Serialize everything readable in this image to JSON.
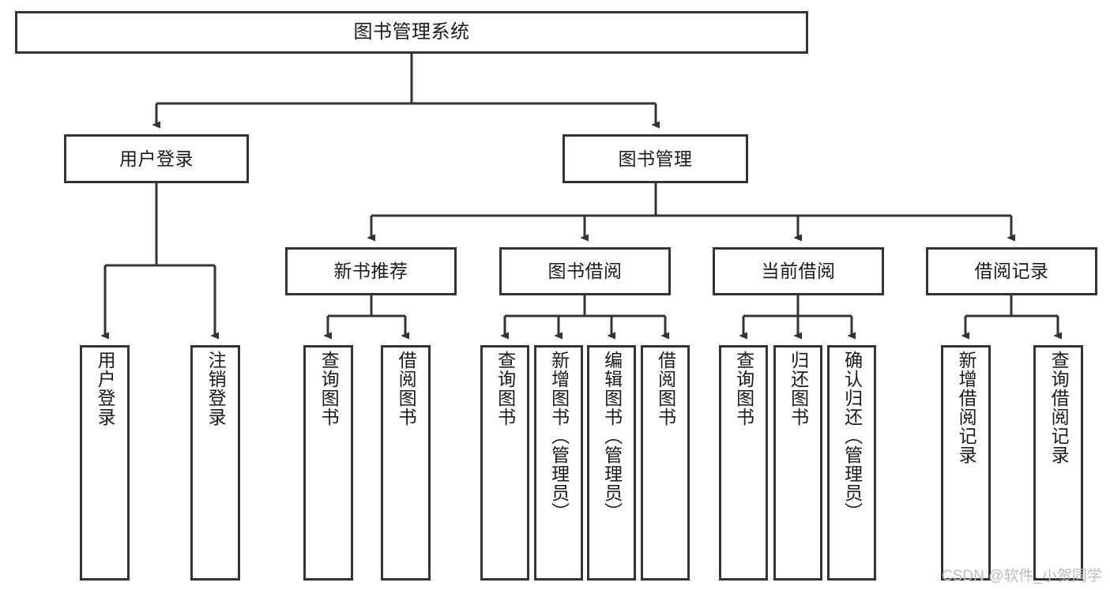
{
  "diagram": {
    "type": "tree",
    "title": "图书管理系统",
    "orientation": "top-down",
    "colors": {
      "border": "#333333",
      "background": "#ffffff",
      "text": "#1a1a1a",
      "watermark": "#b9bcc2"
    },
    "levels": {
      "root": {
        "label": "图书管理系统"
      },
      "level2": [
        {
          "label": "用户登录"
        },
        {
          "label": "图书管理"
        }
      ],
      "level3": [
        {
          "label": "新书推荐"
        },
        {
          "label": "图书借阅"
        },
        {
          "label": "当前借阅"
        },
        {
          "label": "借阅记录"
        }
      ],
      "leaves": {
        "user_login": [
          {
            "label": "用户登录"
          },
          {
            "label": "注销登录"
          }
        ],
        "new_book_recommend": [
          {
            "label": "查询图书"
          },
          {
            "label": "借阅图书"
          }
        ],
        "book_borrow": [
          {
            "label": "查询图书"
          },
          {
            "label": "新增图书（管理员）"
          },
          {
            "label": "编辑图书（管理员）"
          },
          {
            "label": "借阅图书"
          }
        ],
        "current_borrow": [
          {
            "label": "查询图书"
          },
          {
            "label": "归还图书"
          },
          {
            "label": "确认归还（管理员）"
          }
        ],
        "borrow_record": [
          {
            "label": "新增借阅记录"
          },
          {
            "label": "查询借阅记录"
          }
        ]
      }
    }
  },
  "watermark": {
    "text": "CSDN @软件_小贺同学"
  }
}
